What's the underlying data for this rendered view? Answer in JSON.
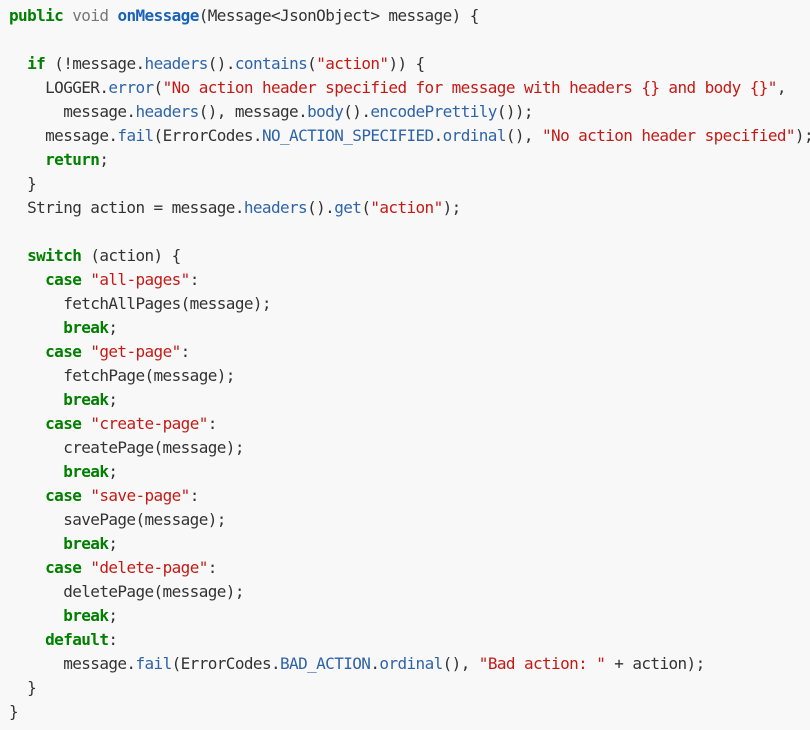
{
  "code": {
    "language": "java",
    "lines": [
      {
        "tokens": [
          {
            "t": "public",
            "k": "kw"
          },
          {
            "t": " ",
            "k": "p"
          },
          {
            "t": "void",
            "k": "kwl"
          },
          {
            "t": " ",
            "k": "p"
          },
          {
            "t": "onMessage",
            "k": "fn"
          },
          {
            "t": "(Message<JsonObject> message) {",
            "k": "p"
          }
        ]
      },
      {
        "tokens": []
      },
      {
        "tokens": [
          {
            "t": "  ",
            "k": "p"
          },
          {
            "t": "if",
            "k": "kw"
          },
          {
            "t": " (!message.",
            "k": "p"
          },
          {
            "t": "headers",
            "k": "m"
          },
          {
            "t": "().",
            "k": "p"
          },
          {
            "t": "contains",
            "k": "m"
          },
          {
            "t": "(",
            "k": "p"
          },
          {
            "t": "\"action\"",
            "k": "s"
          },
          {
            "t": ")) {",
            "k": "p"
          }
        ]
      },
      {
        "tokens": [
          {
            "t": "    LOGGER.",
            "k": "p"
          },
          {
            "t": "error",
            "k": "m"
          },
          {
            "t": "(",
            "k": "p"
          },
          {
            "t": "\"No action header specified for message with headers {} and body {}\"",
            "k": "s"
          },
          {
            "t": ",",
            "k": "p"
          }
        ]
      },
      {
        "tokens": [
          {
            "t": "      message.",
            "k": "p"
          },
          {
            "t": "headers",
            "k": "m"
          },
          {
            "t": "(), message.",
            "k": "p"
          },
          {
            "t": "body",
            "k": "m"
          },
          {
            "t": "().",
            "k": "p"
          },
          {
            "t": "encodePrettily",
            "k": "m"
          },
          {
            "t": "());",
            "k": "p"
          }
        ]
      },
      {
        "tokens": [
          {
            "t": "    message.",
            "k": "p"
          },
          {
            "t": "fail",
            "k": "m"
          },
          {
            "t": "(ErrorCodes.",
            "k": "p"
          },
          {
            "t": "NO_ACTION_SPECIFIED",
            "k": "m"
          },
          {
            "t": ".",
            "k": "p"
          },
          {
            "t": "ordinal",
            "k": "m"
          },
          {
            "t": "(), ",
            "k": "p"
          },
          {
            "t": "\"No action header specified\"",
            "k": "s"
          },
          {
            "t": ");",
            "k": "p"
          }
        ]
      },
      {
        "tokens": [
          {
            "t": "    ",
            "k": "p"
          },
          {
            "t": "return",
            "k": "kw"
          },
          {
            "t": ";",
            "k": "p"
          }
        ]
      },
      {
        "tokens": [
          {
            "t": "  }",
            "k": "p"
          }
        ]
      },
      {
        "tokens": [
          {
            "t": "  String action = message.",
            "k": "p"
          },
          {
            "t": "headers",
            "k": "m"
          },
          {
            "t": "().",
            "k": "p"
          },
          {
            "t": "get",
            "k": "m"
          },
          {
            "t": "(",
            "k": "p"
          },
          {
            "t": "\"action\"",
            "k": "s"
          },
          {
            "t": ");",
            "k": "p"
          }
        ]
      },
      {
        "tokens": []
      },
      {
        "tokens": [
          {
            "t": "  ",
            "k": "p"
          },
          {
            "t": "switch",
            "k": "kw"
          },
          {
            "t": " (action) {",
            "k": "p"
          }
        ]
      },
      {
        "tokens": [
          {
            "t": "    ",
            "k": "p"
          },
          {
            "t": "case",
            "k": "kw"
          },
          {
            "t": " ",
            "k": "p"
          },
          {
            "t": "\"all-pages\"",
            "k": "s"
          },
          {
            "t": ":",
            "k": "p"
          }
        ]
      },
      {
        "tokens": [
          {
            "t": "      fetchAllPages(message);",
            "k": "p"
          }
        ]
      },
      {
        "tokens": [
          {
            "t": "      ",
            "k": "p"
          },
          {
            "t": "break",
            "k": "kw"
          },
          {
            "t": ";",
            "k": "p"
          }
        ]
      },
      {
        "tokens": [
          {
            "t": "    ",
            "k": "p"
          },
          {
            "t": "case",
            "k": "kw"
          },
          {
            "t": " ",
            "k": "p"
          },
          {
            "t": "\"get-page\"",
            "k": "s"
          },
          {
            "t": ":",
            "k": "p"
          }
        ]
      },
      {
        "tokens": [
          {
            "t": "      fetchPage(message);",
            "k": "p"
          }
        ]
      },
      {
        "tokens": [
          {
            "t": "      ",
            "k": "p"
          },
          {
            "t": "break",
            "k": "kw"
          },
          {
            "t": ";",
            "k": "p"
          }
        ]
      },
      {
        "tokens": [
          {
            "t": "    ",
            "k": "p"
          },
          {
            "t": "case",
            "k": "kw"
          },
          {
            "t": " ",
            "k": "p"
          },
          {
            "t": "\"create-page\"",
            "k": "s"
          },
          {
            "t": ":",
            "k": "p"
          }
        ]
      },
      {
        "tokens": [
          {
            "t": "      createPage(message);",
            "k": "p"
          }
        ]
      },
      {
        "tokens": [
          {
            "t": "      ",
            "k": "p"
          },
          {
            "t": "break",
            "k": "kw"
          },
          {
            "t": ";",
            "k": "p"
          }
        ]
      },
      {
        "tokens": [
          {
            "t": "    ",
            "k": "p"
          },
          {
            "t": "case",
            "k": "kw"
          },
          {
            "t": " ",
            "k": "p"
          },
          {
            "t": "\"save-page\"",
            "k": "s"
          },
          {
            "t": ":",
            "k": "p"
          }
        ]
      },
      {
        "tokens": [
          {
            "t": "      savePage(message);",
            "k": "p"
          }
        ]
      },
      {
        "tokens": [
          {
            "t": "      ",
            "k": "p"
          },
          {
            "t": "break",
            "k": "kw"
          },
          {
            "t": ";",
            "k": "p"
          }
        ]
      },
      {
        "tokens": [
          {
            "t": "    ",
            "k": "p"
          },
          {
            "t": "case",
            "k": "kw"
          },
          {
            "t": " ",
            "k": "p"
          },
          {
            "t": "\"delete-page\"",
            "k": "s"
          },
          {
            "t": ":",
            "k": "p"
          }
        ]
      },
      {
        "tokens": [
          {
            "t": "      deletePage(message);",
            "k": "p"
          }
        ]
      },
      {
        "tokens": [
          {
            "t": "      ",
            "k": "p"
          },
          {
            "t": "break",
            "k": "kw"
          },
          {
            "t": ";",
            "k": "p"
          }
        ]
      },
      {
        "tokens": [
          {
            "t": "    ",
            "k": "p"
          },
          {
            "t": "default",
            "k": "kw"
          },
          {
            "t": ":",
            "k": "p"
          }
        ]
      },
      {
        "tokens": [
          {
            "t": "      message.",
            "k": "p"
          },
          {
            "t": "fail",
            "k": "m"
          },
          {
            "t": "(ErrorCodes.",
            "k": "p"
          },
          {
            "t": "BAD_ACTION",
            "k": "m"
          },
          {
            "t": ".",
            "k": "p"
          },
          {
            "t": "ordinal",
            "k": "m"
          },
          {
            "t": "(), ",
            "k": "p"
          },
          {
            "t": "\"Bad action: \"",
            "k": "s"
          },
          {
            "t": " + action);",
            "k": "p"
          }
        ]
      },
      {
        "tokens": [
          {
            "t": "  }",
            "k": "p"
          }
        ]
      },
      {
        "tokens": [
          {
            "t": "}",
            "k": "p"
          }
        ]
      }
    ]
  },
  "colors": {
    "background": "#f8f8f8",
    "keyword": "#008000",
    "keyword_light": "#777777",
    "function_name": "#1a62b6",
    "method": "#2f63a8",
    "string": "#c41a16",
    "plain": "#333333"
  }
}
